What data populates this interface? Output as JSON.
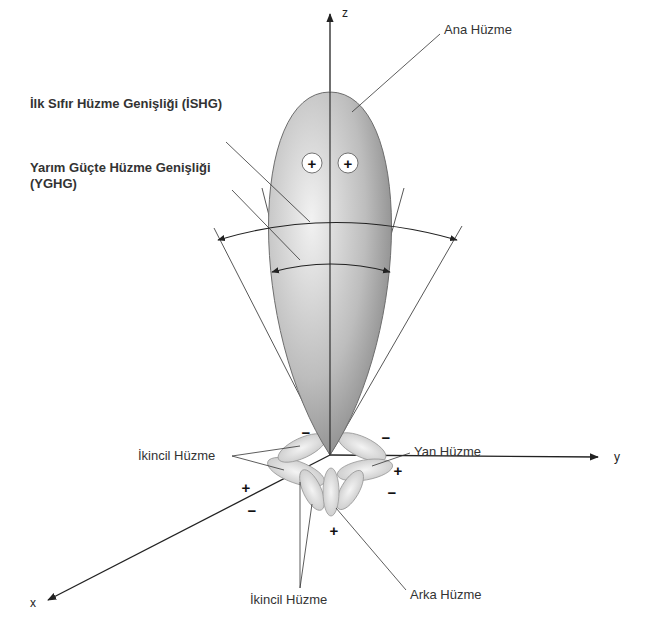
{
  "diagram": {
    "labels": [
      "İlk Sıfır Hüzme Genişliği (İSHG)",
      "Ana Hüzme",
      "Yarım Güçte Hüzme Genişliği (YGHG)",
      "İkincil Hüzme",
      "Yan Hüzme",
      "Arka Hüzme",
      "İkincil Hüzme",
      "z",
      "y",
      "x",
      "+",
      "+",
      "−",
      "+",
      "−",
      "−",
      "+",
      "−",
      "+"
    ]
  }
}
